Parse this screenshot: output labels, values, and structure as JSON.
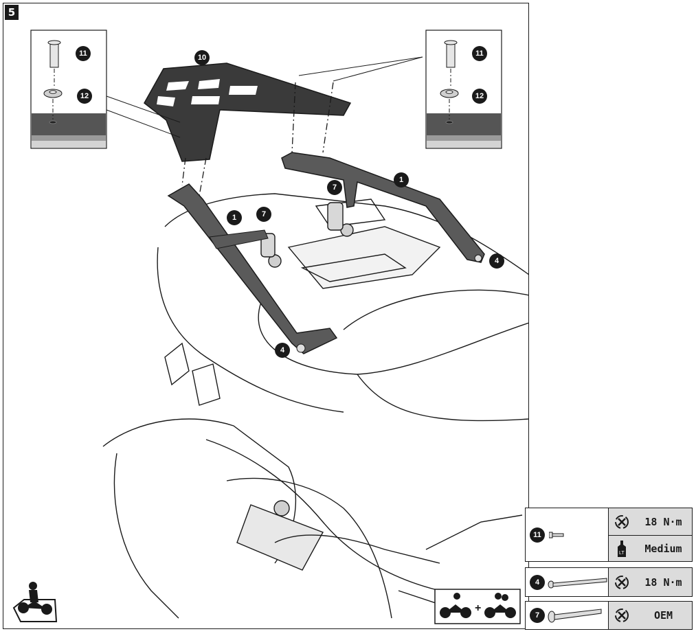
{
  "step": "5",
  "callouts": {
    "c1a": "1",
    "c1b": "1",
    "c4a": "4",
    "c4b": "4",
    "c7a": "7",
    "c7b": "7",
    "c10": "10",
    "c11l": "11",
    "c12l": "12",
    "c11r": "11",
    "c12r": "12"
  },
  "specs": {
    "row1": {
      "part": "11",
      "torque": "18 N·m",
      "threadlock": "Medium",
      "torque_icon": "torque-wrench-icon",
      "lt_icon": "threadlock-bottle-icon"
    },
    "row2": {
      "part": "4",
      "torque": "18 N·m",
      "torque_icon": "torque-wrench-icon"
    },
    "row3": {
      "part": "7",
      "torque": "OEM",
      "torque_icon": "torque-wrench-icon"
    }
  },
  "icons": {
    "rider": "rider-motorcycle-icon",
    "passenger": "rider-plus-passenger-icon"
  }
}
